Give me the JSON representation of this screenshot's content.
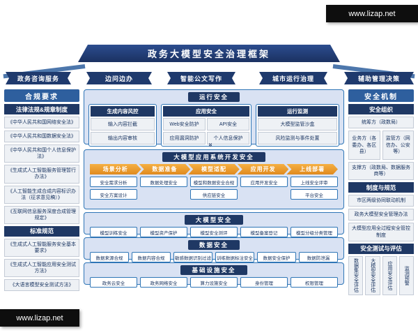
{
  "watermark": {
    "site": "www.lizap.net"
  },
  "title": "政务大模型安全治理框架",
  "scenarios": [
    "政务咨询服务",
    "边问边办",
    "智能公文写作",
    "城市运行治理",
    "辅助管理决策"
  ],
  "icons": {
    "connector": "»"
  },
  "left": {
    "header": "合规要求",
    "laws_header": "法律法规&规章制度",
    "laws": [
      "《中华人民共和国网络安全法》",
      "《中华人民共和国数据安全法》",
      "《中华人民共和国个人信息保护法》",
      "《生成式人工智能服务管理暂行办法》",
      "《人工智能生成合成内容标识办法（征求意见稿）》",
      "《互联网信息服务深度合成管理规定》"
    ],
    "standards_header": "标准规范",
    "standards": [
      "《生成式人工智能服务安全基本要求》",
      "《生成式人工智能应用安全测试方法》",
      "《大语言模型安全测试方法》"
    ]
  },
  "runtime": {
    "title": "运行安全",
    "panels": [
      {
        "header": "生成内容风控",
        "items": [
          "输入内容拦截",
          "输出内容审核"
        ]
      },
      {
        "header": "应用安全",
        "items": [
          "Web安全防护",
          "API安全",
          "应用漏洞防护",
          "个人信息保护"
        ]
      },
      {
        "header": "运行监测",
        "items": [
          "大模型监管沙盒",
          "风险监测与事件处置"
        ]
      }
    ]
  },
  "dev": {
    "title": "大模型应用系统开发安全",
    "phases": [
      "场景分析",
      "数据准备",
      "模型适配",
      "应用开发",
      "上线部署"
    ],
    "row1": [
      "安全需求分析",
      "数据处理安全",
      "模型和数据安全合规",
      "应用开发安全",
      "上线安全评审"
    ],
    "row2": [
      "安全方案设计",
      "供应链安全",
      "平台安全"
    ]
  },
  "model": {
    "title": "大模型安全",
    "items": [
      "模型训练安全",
      "模型资产保护",
      "模型安全测评",
      "模型备案登记",
      "模型分级分类管理"
    ]
  },
  "data_sec": {
    "title": "数据安全",
    "items": [
      "数据来源合规",
      "数据内容合规",
      "敏感数据识别过滤",
      "训练数据标注安全",
      "数据安全保护",
      "数据防泄漏"
    ]
  },
  "infra": {
    "title": "基础设施安全",
    "items": [
      "政务云安全",
      "政务网络安全",
      "算力设施安全",
      "身份管理",
      "权限管理"
    ]
  },
  "right": {
    "header": "安全机制",
    "org": {
      "header": "安全组织",
      "coordinator": "统筹方（政数局）",
      "business": "业务方（各委办、各区县）",
      "regulator": "监管方（网信办、公安等）",
      "support": "支撑方（政数局、数据服务商等）"
    },
    "rules": {
      "header": "制度与规范",
      "items": [
        "市区两级协同联动机制",
        "政务大模型安全管理办法",
        "大模型应用全过程安全管控制度"
      ]
    },
    "testing": {
      "header": "安全测试与评估",
      "items": [
        "数据集安全评估",
        "大模型安全评估",
        "应用安全评估",
        "监测预警"
      ]
    }
  }
}
